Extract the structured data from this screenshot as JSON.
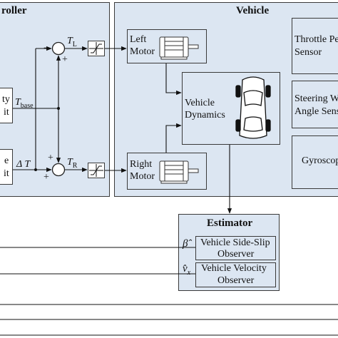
{
  "controller": {
    "title": "roller",
    "block_top_line1": "ty",
    "block_top_line2": "it",
    "block_bottom_line1": "e",
    "block_bottom_line2": "it",
    "t_base": "T",
    "t_base_sub": "base",
    "delta_t": "Δ T",
    "t_left": "T",
    "t_left_sub": "L",
    "t_right": "T",
    "t_right_sub": "R",
    "sign_top_minus": "−",
    "sign_top_plus": "+",
    "sign_bottom_plus_top": "+",
    "sign_bottom_plus_left": "+"
  },
  "vehicle": {
    "title": "Vehicle",
    "left_motor_line1": "Left",
    "left_motor_line2": "Motor",
    "right_motor_line1": "Right",
    "right_motor_line2": "Motor",
    "dynamics_line1": "Vehicle",
    "dynamics_line2": "Dynamics"
  },
  "sensors": {
    "throttle_line1": "Throttle Pe",
    "throttle_line2": "Sensor",
    "steering_line1": "Steering W",
    "steering_line2": "Angle Sens",
    "gyro": "Gyroscop"
  },
  "estimator": {
    "title": "Estimator",
    "beta_symbol": "β̂",
    "vx_symbol": "v̂",
    "vx_sub": "x",
    "slip_line1": "Vehicle Side-Slip",
    "slip_line2": "Observer",
    "velocity_line1": "Vehicle Velocity",
    "velocity_line2": "Observer"
  },
  "colors": {
    "panel_fill": "#dce6f2",
    "stroke": "#3a3a3a"
  }
}
